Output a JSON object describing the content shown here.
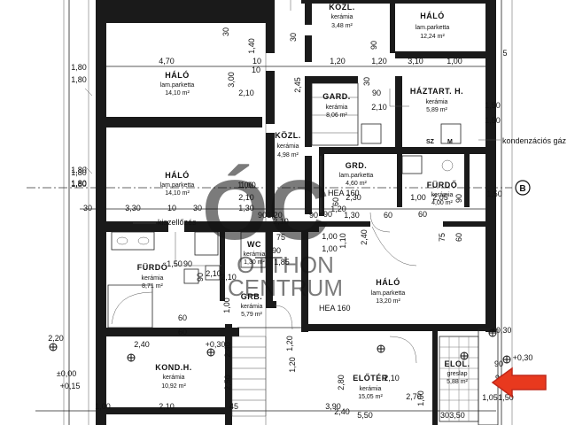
{
  "rooms": [
    {
      "id": "kozl_top",
      "name": "KÖZL.",
      "material": "kerámia",
      "area": "3,48 m²"
    },
    {
      "id": "halo_tr",
      "name": "HÁLÓ",
      "material": "lam.parketta",
      "area": "12,24 m²"
    },
    {
      "id": "halo_l1",
      "name": "HÁLÓ",
      "material": "lam.parketta",
      "area": "14,10 m²"
    },
    {
      "id": "gard",
      "name": "GARD.",
      "material": "kerámia",
      "area": "8,06 m²"
    },
    {
      "id": "haztart",
      "name": "HÁZTART. H.",
      "material": "kerámia",
      "area": "5,89 m²"
    },
    {
      "id": "kozl_mid",
      "name": "KÖZL.",
      "material": "kerámia",
      "area": "4,98 m²"
    },
    {
      "id": "halo_l2",
      "name": "HÁLÓ",
      "material": "lam.parketta",
      "area": "14,10 m²"
    },
    {
      "id": "grd",
      "name": "GRD.",
      "material": "lam.parketta",
      "area": "4,60 m²"
    },
    {
      "id": "furdo_r",
      "name": "FÜRDŐ",
      "material": "kerámia",
      "area": "4,00 m²"
    },
    {
      "id": "wc",
      "name": "WC",
      "material": "kerámia",
      "area": "1,30 m²"
    },
    {
      "id": "furdo_l",
      "name": "FÜRDŐ",
      "material": "kerámia",
      "area": "8,71 m²"
    },
    {
      "id": "grb",
      "name": "GRB.",
      "material": "kerámia",
      "area": "5,79 m²"
    },
    {
      "id": "halo_c",
      "name": "HÁLÓ",
      "material": "lam.parketta",
      "area": "13,20 m²"
    },
    {
      "id": "kond",
      "name": "KOND.H.",
      "material": "kerámia",
      "area": "10,92 m²"
    },
    {
      "id": "eloter",
      "name": "ELŐTÉR",
      "material": "kerámia",
      "area": "15,05 m²"
    },
    {
      "id": "elol",
      "name": "ELOL.",
      "material": "greslap",
      "area": "5,88 m²"
    }
  ],
  "annotations": {
    "kiszellozes": "kiszellőzés",
    "kondenz": "kondenzációs gáz",
    "sz": "SZ",
    "m": "M",
    "hea_1": "HEA 160",
    "hea_2": "HEA 160",
    "axis_b": "B"
  },
  "dimensions": [
    "4,70",
    "1,80",
    "1,80",
    "1,40",
    "10",
    "1,20",
    "90",
    "30",
    "30",
    "1,20",
    "3,10",
    "1,00",
    "5",
    "1,80",
    "1,80",
    "3,00",
    "10",
    "2,10",
    "2,45",
    "90",
    "30",
    "2,10",
    "1,50",
    "1,50",
    "1,80",
    "1,80",
    "1,00",
    "2,10",
    "1,30",
    "1,20",
    "2,30",
    "60",
    "1,00",
    "2,05",
    "90",
    "1,50",
    "30",
    "3,30",
    "10",
    "30",
    "1,00",
    "90",
    "1,20",
    "90",
    "1,30",
    "60",
    "60",
    "1,00",
    "1,00",
    "1,10",
    "2,40",
    "75",
    "75",
    "60",
    "90",
    "1,50",
    "90",
    "60",
    "60",
    "2,10",
    "2,10",
    "90",
    "1,00",
    "90",
    "1,85",
    "2,10",
    "1,20",
    "1,20",
    "2,40",
    "2,20",
    "2,40",
    "+0,30",
    "+0,30",
    "+0,30",
    "±0,00",
    "+0,15",
    "2,50",
    "2,40",
    "2,80",
    "1,00",
    "2,70",
    "2,10",
    "90",
    "90",
    "1,00",
    "2,10",
    "45",
    "3,90",
    "1,50",
    "5,50",
    "1,05",
    "3,50",
    "30",
    "1,00",
    "30"
  ],
  "watermark": {
    "letters": "ÓC",
    "line1": "OTTHON",
    "line2": "CENTRUM"
  },
  "colors": {
    "arrow_fill": "#e8391e",
    "arrow_stroke": "#c0281a",
    "watermark": "#c9c9c9",
    "wall": "#1a1a1a"
  }
}
